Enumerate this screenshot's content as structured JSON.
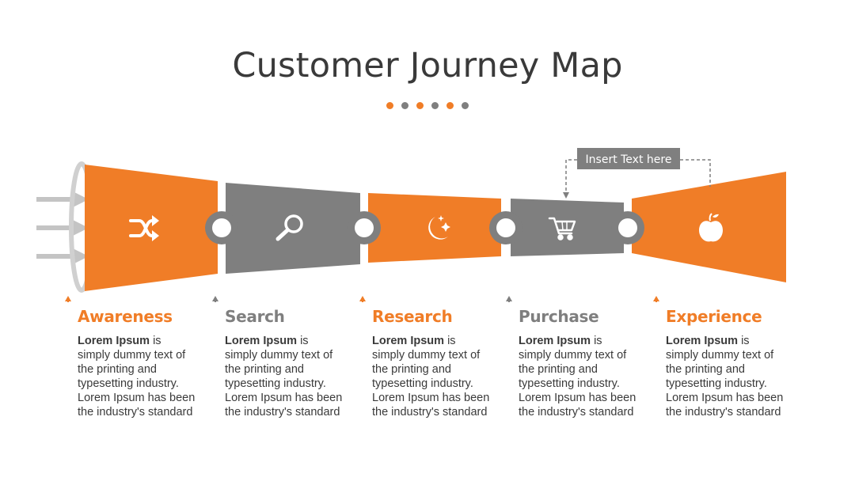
{
  "title": "Customer Journey Map",
  "colors": {
    "orange": "#F07D27",
    "gray": "#7F7F7F",
    "light_gray": "#BFBFBF",
    "text": "#3A3A3A"
  },
  "dots": [
    "orange",
    "gray",
    "orange",
    "gray",
    "orange",
    "gray"
  ],
  "callout": {
    "text": "Insert Text here"
  },
  "segments": [
    {
      "icon": "shuffle-icon",
      "color": "orange"
    },
    {
      "icon": "magnifier-icon",
      "color": "gray"
    },
    {
      "icon": "moon-stars-icon",
      "color": "orange"
    },
    {
      "icon": "shopping-cart-icon",
      "color": "gray"
    },
    {
      "icon": "apple-icon",
      "color": "orange"
    }
  ],
  "steps": [
    {
      "heading": "Awareness",
      "color": "orange",
      "bold": "Lorem Ipsum",
      "body": " is simply dummy text of the printing and typesetting industry. Lorem Ipsum has been the industry's standard"
    },
    {
      "heading": "Search",
      "color": "gray",
      "bold": "Lorem Ipsum",
      "body": " is simply dummy text of the printing and typesetting industry. Lorem Ipsum has been the industry's standard"
    },
    {
      "heading": "Research",
      "color": "orange",
      "bold": "Lorem Ipsum",
      "body": " is simply dummy text of the printing and typesetting industry. Lorem Ipsum has been the industry's standard"
    },
    {
      "heading": "Purchase",
      "color": "gray",
      "bold": "Lorem Ipsum",
      "body": " is simply dummy text of the printing and typesetting industry. Lorem Ipsum has been the industry's standard"
    },
    {
      "heading": "Experience",
      "color": "orange",
      "bold": "Lorem Ipsum",
      "body": " is simply dummy text of the printing and typesetting industry. Lorem Ipsum has been the industry's standard"
    }
  ]
}
